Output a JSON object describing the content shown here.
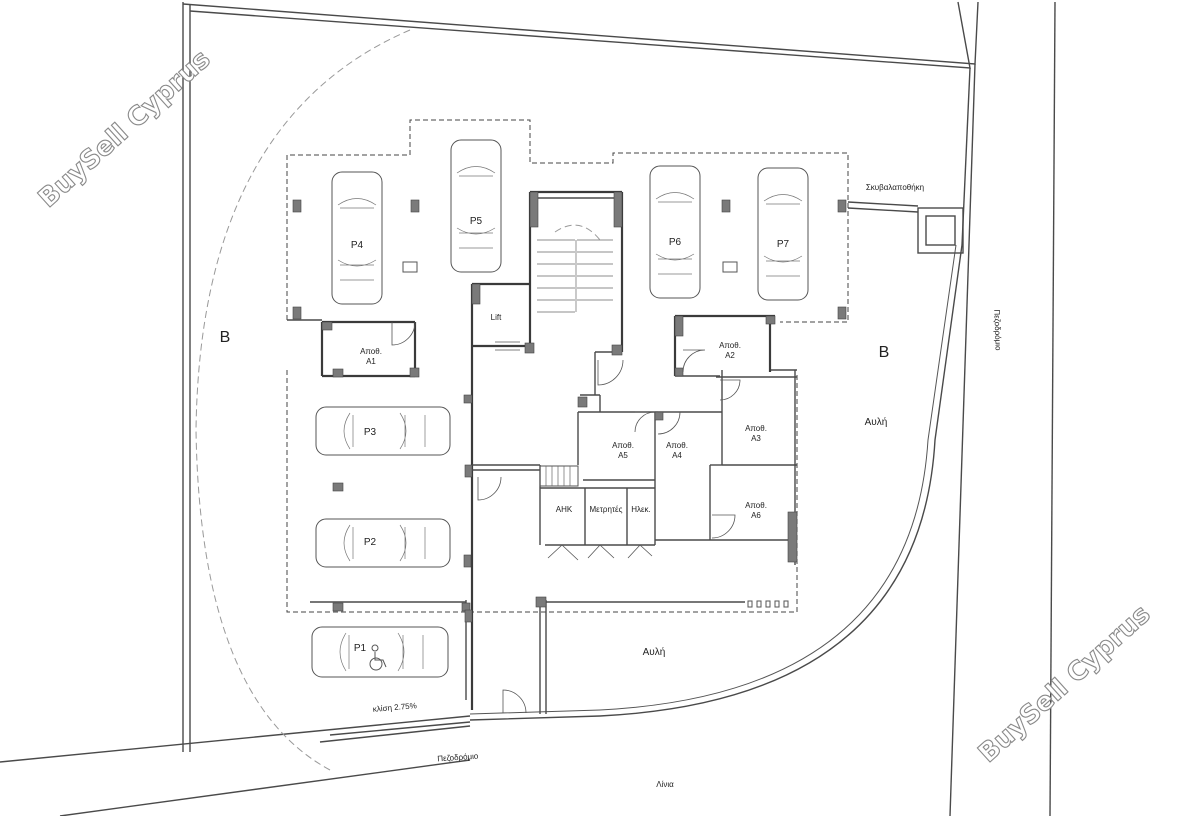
{
  "watermark": "BuySell Cyprus",
  "parking": [
    "P1",
    "P2",
    "P3",
    "P4",
    "P5",
    "P6",
    "P7"
  ],
  "storage": {
    "a1": [
      "Αποθ.",
      "A1"
    ],
    "a2": [
      "Αποθ.",
      "A2"
    ],
    "a3": [
      "Αποθ.",
      "A3"
    ],
    "a4": [
      "Αποθ.",
      "A4"
    ],
    "a5": [
      "Αποθ.",
      "A5"
    ],
    "a6": [
      "Αποθ.",
      "A6"
    ]
  },
  "rooms": {
    "lift": "Lift",
    "ahk": "ΑΗΚ",
    "meters": "Μετρητές",
    "elec": "Ηλεκ."
  },
  "zones": {
    "b_left": "B",
    "b_right": "B",
    "courtyard_right": "Αυλή",
    "courtyard_bottom": "Αυλή"
  },
  "labels": {
    "garbage": "Σκυβαλαποθήκη",
    "slope": "κλίση 2.75%",
    "sidewalk_bottom": "Πεζοδρόμιο",
    "sidewalk_right": "Πεζοδρόμιο",
    "street": "Λίνια"
  }
}
